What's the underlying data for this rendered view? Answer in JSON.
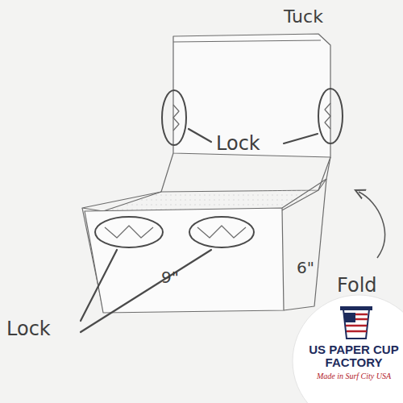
{
  "diagram": {
    "nodes": [
      {
        "text": [
          "US PAPER CUP FACTORY",
          "Made in Surf City USA"
        ]
      }
    ],
    "labels": [
      "Tuck",
      "Lock",
      "Lock",
      "9\"",
      "6\"",
      "Fold"
    ]
  }
}
